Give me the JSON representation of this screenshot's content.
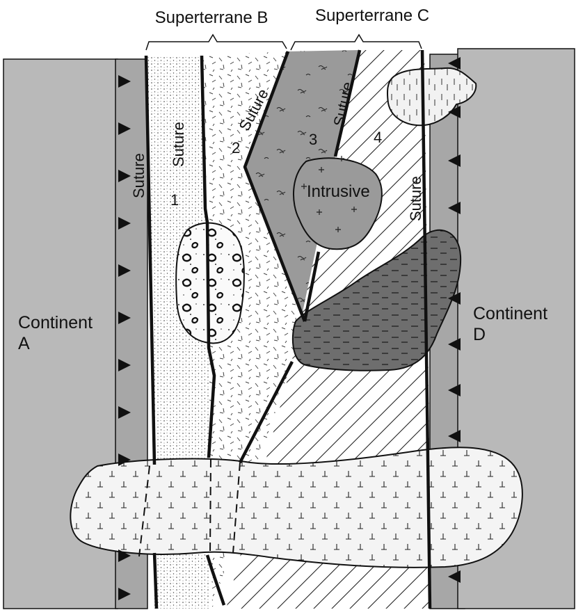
{
  "superterranes": {
    "b": "Superterrane B",
    "c": "Superterrane C"
  },
  "continents": {
    "a_line1": "Continent",
    "a_line2": "A",
    "d_line1": "Continent",
    "d_line2": "D"
  },
  "sutures": {
    "a_1": "Suture",
    "in_1": "Suture",
    "b_2_3": "Suture",
    "c_3_4": "Suture",
    "d_4": "Suture"
  },
  "terranes": {
    "t1": "1",
    "t2": "2",
    "t3": "3",
    "t4": "4"
  },
  "intrusive": "Intrusive",
  "colors": {
    "continent": "#b9b9b9",
    "margin_band": "#a7a7a7",
    "terrane3": "#9a9a9a",
    "dark_body": "#6e6e6e",
    "light_fill": "#f4f4f4",
    "outline": "#111111"
  }
}
